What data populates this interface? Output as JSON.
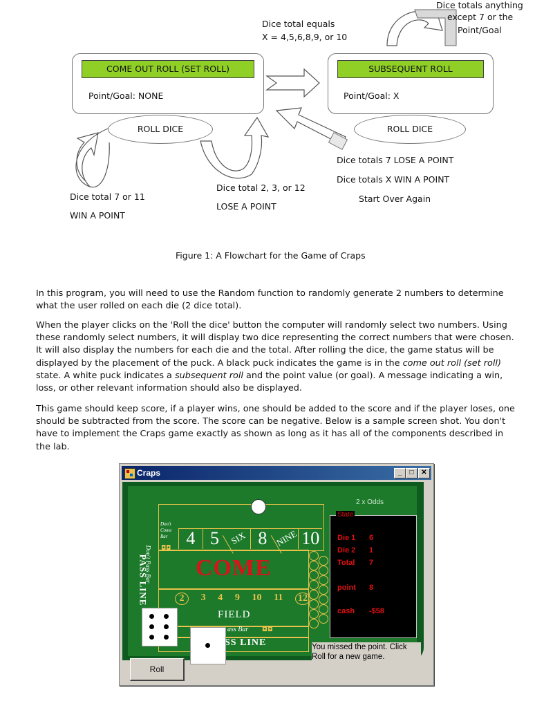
{
  "flowchart": {
    "left_box_title": "COME OUT ROLL (SET ROLL)",
    "left_box_point": "Point/Goal:  NONE",
    "left_roll": "ROLL DICE",
    "right_box_title": "SUBSEQUENT ROLL",
    "right_box_point": "Point/Goal:  X",
    "right_roll": "ROLL DICE",
    "transition_line1": "Dice total equals",
    "transition_line2": "X = 4,5,6,8,9, or 10",
    "loop_line1": "Dice totals anything",
    "loop_line2": "except 7 or the",
    "loop_line3": "Point/Goal",
    "win_line1": "Dice total 7 or 11",
    "win_line2": "WIN A POINT",
    "lose_line1": "Dice total 2, 3, or 12",
    "lose_line2": "LOSE A POINT",
    "back_line1": "Dice totals 7 LOSE A POINT",
    "back_line2": "Dice totals X WIN A POINT",
    "back_line3": "Start Over Again"
  },
  "caption": "Figure 1:  A Flowchart for the Game of Craps",
  "paragraphs": {
    "p1": "In this program, you will need to use the Random function to randomly generate 2 numbers to determine what the user rolled on each die (2 dice total).",
    "p2a": "When the player clicks on the 'Roll the dice' button the computer will randomly select two numbers. Using these randomly select numbers, it will display two dice representing the correct numbers that were chosen.  It will also display the numbers for each die and the total.  After rolling the dice, the game status will be displayed by the placement of the puck. A black puck indicates the game is in the ",
    "p2_em1": "come out roll (set roll)",
    "p2b": " state. A white puck indicates a ",
    "p2_em2": "subsequent roll",
    "p2c": " and the point value (or goal). A message indicating a win, loss, or other relevant information should also be displayed.",
    "p3": "This game should keep score, if a player wins, one should be added to the score and if the player loses, one should be subtracted from the score.  The score can be negative.  Below is a sample screen shot. You don't have to implement the Craps game exactly as shown as long as it has all of the components described in the lab."
  },
  "craps_window": {
    "title": "Craps",
    "odds_label": "2 x Odds",
    "dont_come_bar": "Don't Come Bar",
    "dont_pass_bar": "Don't Pass Bar",
    "pass_line_vertical": "PASS LINE",
    "numbers": [
      "4",
      "5",
      "SIX",
      "8",
      "NINE",
      "10"
    ],
    "come_label": "COME",
    "field_numbers": [
      "2",
      "3",
      "4",
      "9",
      "10",
      "11",
      "12"
    ],
    "field_label": "FIELD",
    "pass_bar_text": "ass Bar",
    "pass_line_bottom": "SS LINE",
    "state_label": "State",
    "state_rows": [
      {
        "label": "Die 1",
        "value": "6"
      },
      {
        "label": "Die 2",
        "value": "1"
      },
      {
        "label": "Total",
        "value": "7"
      },
      {
        "label": "point",
        "value": "8"
      },
      {
        "label": "cash",
        "value": "-$58"
      }
    ],
    "message": "You missed the point. Click Roll for a new game.",
    "roll_button": "Roll",
    "die1_value": 6,
    "die2_value": 1,
    "puck_color": "white",
    "felt_color": "#1d7a2b",
    "state_text_color": "#e01010"
  }
}
